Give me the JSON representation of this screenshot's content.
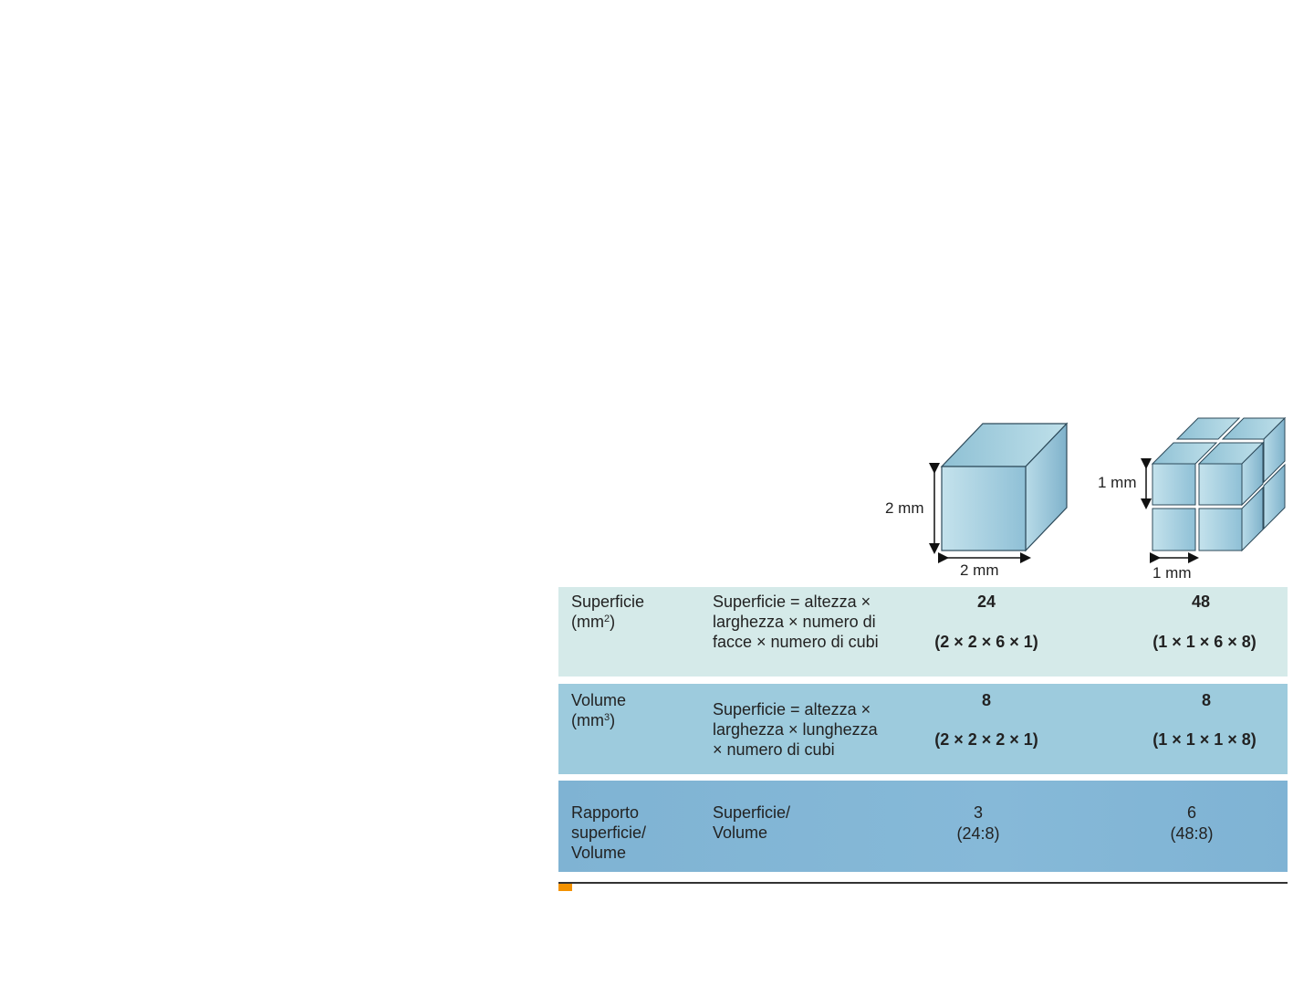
{
  "figure": {
    "dimensions": {
      "large": "2 mm",
      "large_width": "2 mm",
      "small": "1 mm",
      "small_width": "1 mm"
    },
    "colors": {
      "row1": "#d5eae9",
      "row2": "#9dcbdd",
      "row3": "#7fb3d3",
      "cube_face": "#a9d3e2",
      "accent": "#f39200"
    }
  },
  "table": {
    "rows": [
      {
        "label": "Superficie",
        "label_unit": "(mm",
        "unit_exp": "2",
        "unit_close": ")",
        "formula": "Superficie = altezza ×\nlarghezza × numero di\nfacce × numero di cubi",
        "large_value": "24",
        "large_calc": "(2 × 2 × 6 × 1)",
        "small_value": "48",
        "small_calc": "(1 × 1 × 6 × 8)"
      },
      {
        "label": "Volume",
        "label_unit": "(mm",
        "unit_exp": "3",
        "unit_close": ")",
        "formula": "Superficie = altezza ×\nlarghezza × lunghezza\n× numero di cubi",
        "large_value": "8",
        "large_calc": "(2 × 2 × 2 × 1)",
        "small_value": "8",
        "small_calc": "(1 × 1 × 1 × 8)"
      },
      {
        "label": "Rapporto\nsuperficie/\nVolume",
        "formula": "Superficie/\nVolume",
        "large_value": "3",
        "large_calc": "(24:8)",
        "small_value": "6",
        "small_calc": "(48:8)"
      }
    ]
  }
}
